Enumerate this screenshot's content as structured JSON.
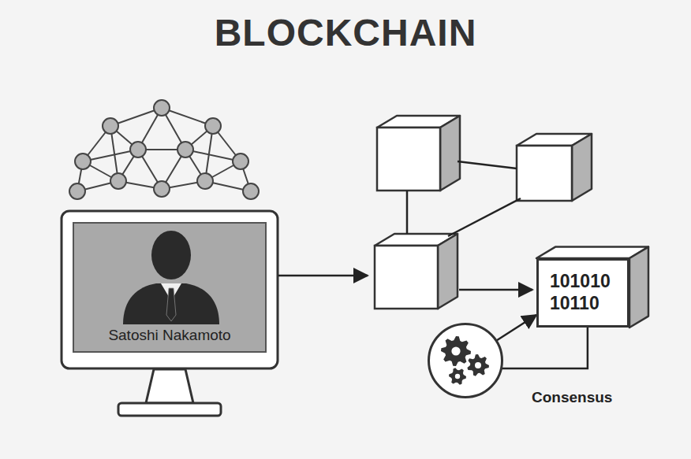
{
  "diagram": {
    "title": "BLOCKCHAIN",
    "nodes": [
      {
        "text": [
          "Satoshi Nakamoto"
        ]
      },
      {
        "text": [
          "101010 10110"
        ]
      },
      {
        "text": [
          "Consensus"
        ]
      }
    ],
    "edges": [
      {
        "from": 2,
        "to": 1,
        "arrow": "to"
      },
      {
        "from": 1,
        "to": 2,
        "arrow": "none"
      }
    ]
  }
}
